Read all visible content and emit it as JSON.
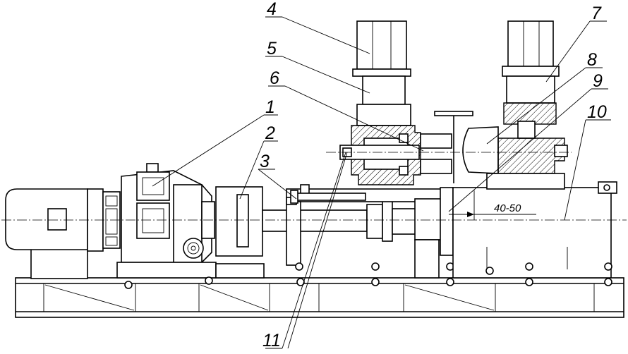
{
  "callouts": [
    "1",
    "2",
    "3",
    "4",
    "5",
    "6",
    "7",
    "8",
    "9",
    "10",
    "11"
  ],
  "dimension": "40-50"
}
